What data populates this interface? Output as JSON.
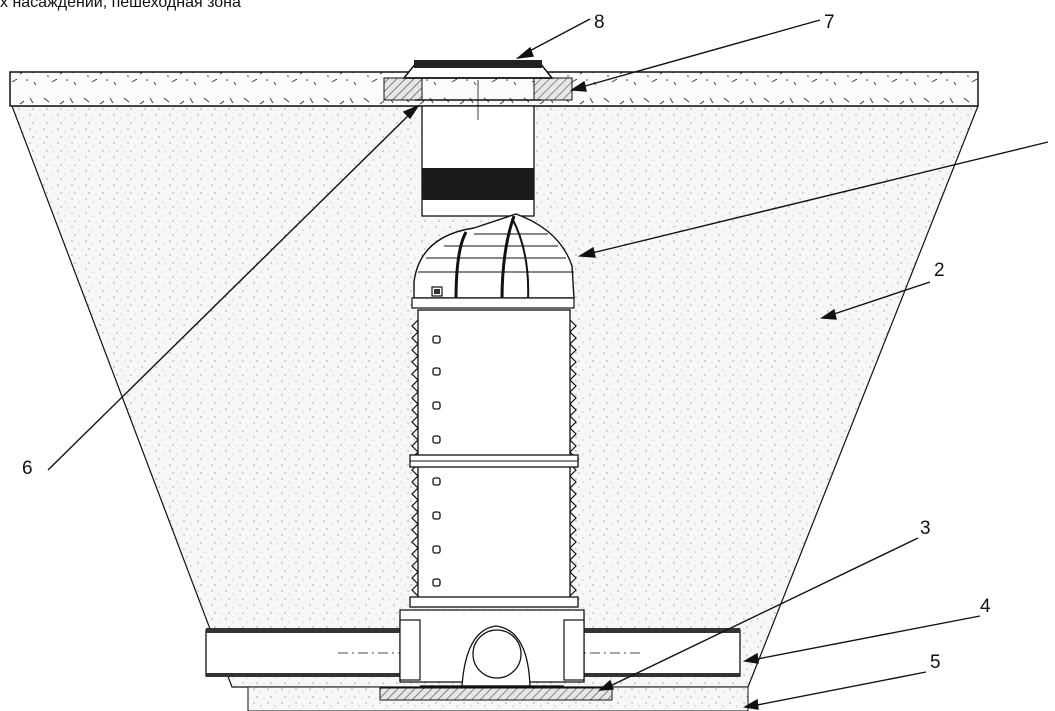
{
  "caption": "х насаждений, пешеходная зона",
  "callouts": {
    "c2": "2",
    "c3": "3",
    "c4": "4",
    "c5": "5",
    "c6": "6",
    "c7": "7",
    "c8": "8"
  },
  "colors": {
    "ink": "#111111",
    "fill_stipple": "#f4f4f4",
    "band": "#1a1a1a",
    "hatch": "#555555"
  }
}
